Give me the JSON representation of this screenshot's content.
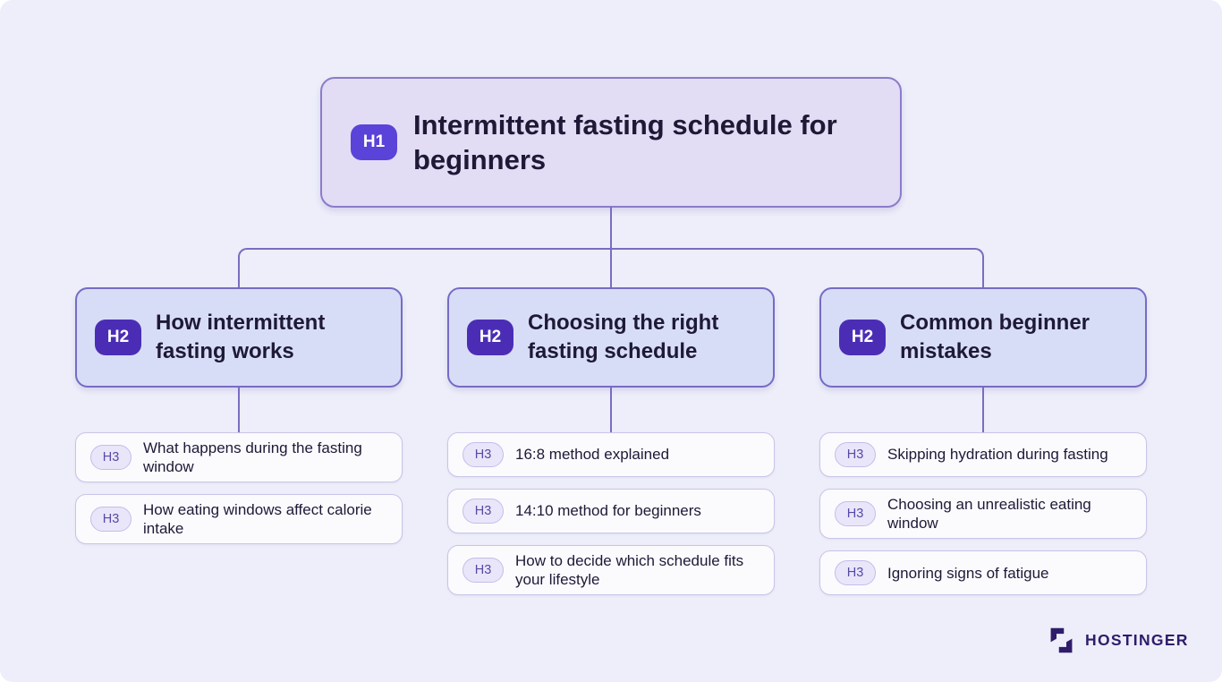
{
  "colors": {
    "canvas_bg": "#EDEEF9",
    "h1_card_bg": "#E3DCF5",
    "h1_card_border": "#8B7CC9",
    "h1_badge_bg": "#5A43D9",
    "h2_card_bg": "#D8DDF7",
    "h2_card_border": "#756BC5",
    "h2_badge_bg": "#4B2DB5",
    "h3_card_bg": "#FBFBFE",
    "h3_card_border": "#C9C4E8",
    "h3_badge_bg": "#E9E6FA",
    "h3_badge_border": "#C4BDEA",
    "h3_badge_text": "#564AA5",
    "connector": "#786DC2",
    "heading_text": "#1E1936",
    "brand_navy": "#2F1C6A",
    "badge_text": "#FFFFFF"
  },
  "diagram": {
    "h1": {
      "badge_label": "H1",
      "title": "Intermittent fasting schedule for beginners"
    },
    "columns": [
      {
        "h2": {
          "badge_label": "H2",
          "title": "How intermittent fasting works"
        },
        "h3_items": [
          {
            "badge_label": "H3",
            "text": "What happens during the fasting window"
          },
          {
            "badge_label": "H3",
            "text": "How eating windows affect calorie intake"
          }
        ]
      },
      {
        "h2": {
          "badge_label": "H2",
          "title": "Choosing the right fasting schedule"
        },
        "h3_items": [
          {
            "badge_label": "H3",
            "text": "16:8 method explained"
          },
          {
            "badge_label": "H3",
            "text": "14:10 method for beginners"
          },
          {
            "badge_label": "H3",
            "text": "How to decide which schedule fits your lifestyle"
          }
        ]
      },
      {
        "h2": {
          "badge_label": "H2",
          "title": "Common beginner mistakes"
        },
        "h3_items": [
          {
            "badge_label": "H3",
            "text": "Skipping hydration during fasting"
          },
          {
            "badge_label": "H3",
            "text": "Choosing an unrealistic eating window"
          },
          {
            "badge_label": "H3",
            "text": "Ignoring signs of fatigue"
          }
        ]
      }
    ]
  },
  "branding": {
    "logo_text": "HOSTINGER"
  }
}
